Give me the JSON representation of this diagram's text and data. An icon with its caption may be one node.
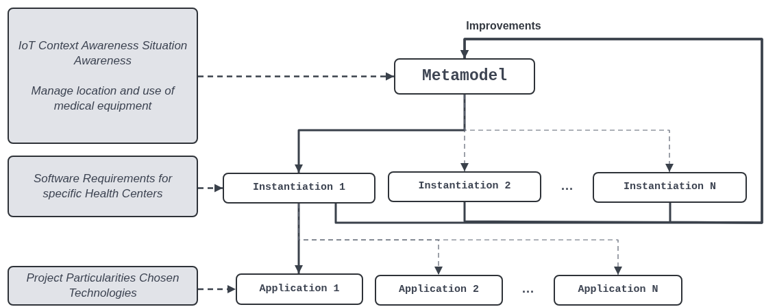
{
  "diagram": {
    "nodes": [
      {
        "text": [
          "IoT Context Awareness Situation Awareness",
          "Manage location and use of medical equipment"
        ]
      },
      {
        "text": [
          "Metamodel"
        ]
      },
      {
        "text": [
          "Software Requirements for specific Health Centers"
        ]
      },
      {
        "text": [
          "Instantiation 1"
        ]
      },
      {
        "text": [
          "Instantiation 2"
        ]
      },
      {
        "text": [
          "Instantiation N"
        ]
      },
      {
        "text": [
          "Project Particularities Chosen Technologies"
        ]
      },
      {
        "text": [
          "Application 1"
        ]
      },
      {
        "text": [
          "Application 2"
        ]
      },
      {
        "text": [
          "Application N"
        ]
      }
    ],
    "edges": [
      {
        "from": 0,
        "to": 1,
        "arrow": "to",
        "style": "dashed"
      },
      {
        "from": 1,
        "to": 3,
        "arrow": "to"
      },
      {
        "from": 1,
        "to": 4,
        "arrow": "to",
        "style": "dashed"
      },
      {
        "from": 1,
        "to": 5,
        "arrow": "to",
        "style": "dashed"
      },
      {
        "from": 2,
        "to": 3,
        "arrow": "to",
        "style": "dashed"
      },
      {
        "from": 3,
        "to": 7,
        "arrow": "to"
      },
      {
        "from": 3,
        "to": 8,
        "arrow": "to",
        "style": "dashed"
      },
      {
        "from": 3,
        "to": 9,
        "arrow": "to",
        "style": "dashed"
      },
      {
        "from": 6,
        "to": 7,
        "arrow": "to",
        "style": "dashed"
      },
      {
        "from": 3,
        "to": 1,
        "arrow": "to",
        "label": "Improvements"
      },
      {
        "from": 4,
        "to": 1,
        "arrow": "to"
      },
      {
        "from": 5,
        "to": 1,
        "arrow": "to"
      }
    ],
    "labels": [
      "···",
      "···"
    ]
  }
}
